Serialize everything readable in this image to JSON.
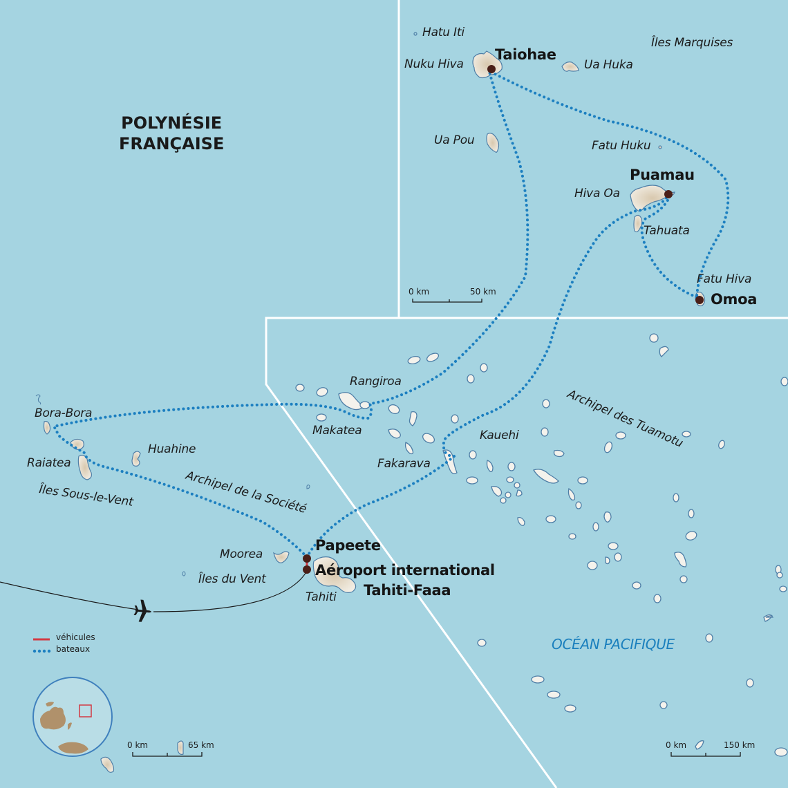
{
  "map": {
    "title_line1": "POLYNÉSIE",
    "title_line2": "FRANÇAISE",
    "ocean_label": "OCÉAN PACIFIQUE",
    "colors": {
      "sea": "#a5d4e1",
      "land": "#f1ede4",
      "land_relief": "#e2d6c2",
      "coast": "#4e7ea6",
      "route_boat": "#1c7fc0",
      "route_vehicle": "#d33a44",
      "stop_marker": "#4a1f18",
      "frame": "#ffffff",
      "inset_land": "#b0916b"
    }
  },
  "archipelagos": {
    "marquises": "Îles Marquises",
    "tuamotu": "Archipel des Tuamotu",
    "societe": "Archipel de la Société",
    "sous_le_vent": "Îles Sous-le-Vent",
    "du_vent": "Îles du Vent"
  },
  "islands": {
    "hatu_iti": "Hatu Iti",
    "nuku_hiva": "Nuku Hiva",
    "ua_huka": "Ua Huka",
    "ua_pou": "Ua Pou",
    "fatu_huku": "Fatu Huku",
    "hiva_oa": "Hiva Oa",
    "tahuata": "Tahuata",
    "fatu_hiva": "Fatu Hiva",
    "rangiroa": "Rangiroa",
    "makatea": "Makatea",
    "kauehi": "Kauehi",
    "fakarava": "Fakarava",
    "bora_bora": "Bora-Bora",
    "raiatea": "Raiatea",
    "huahine": "Huahine",
    "moorea": "Moorea",
    "tahiti": "Tahiti"
  },
  "stops": {
    "taiohae": "Taiohae",
    "puamau": "Puamau",
    "omoa": "Omoa",
    "papeete": "Papeete",
    "airport_line1": "Aéroport international",
    "airport_line2": "Tahiti-Faaa"
  },
  "legend": {
    "vehicles": "véhicules",
    "boats": "bateaux"
  },
  "scales": {
    "marquises": {
      "start": "0 km",
      "end": "50 km"
    },
    "main": {
      "start": "0 km",
      "end": "65 km"
    },
    "tuamotu": {
      "start": "0 km",
      "end": "150 km"
    }
  }
}
